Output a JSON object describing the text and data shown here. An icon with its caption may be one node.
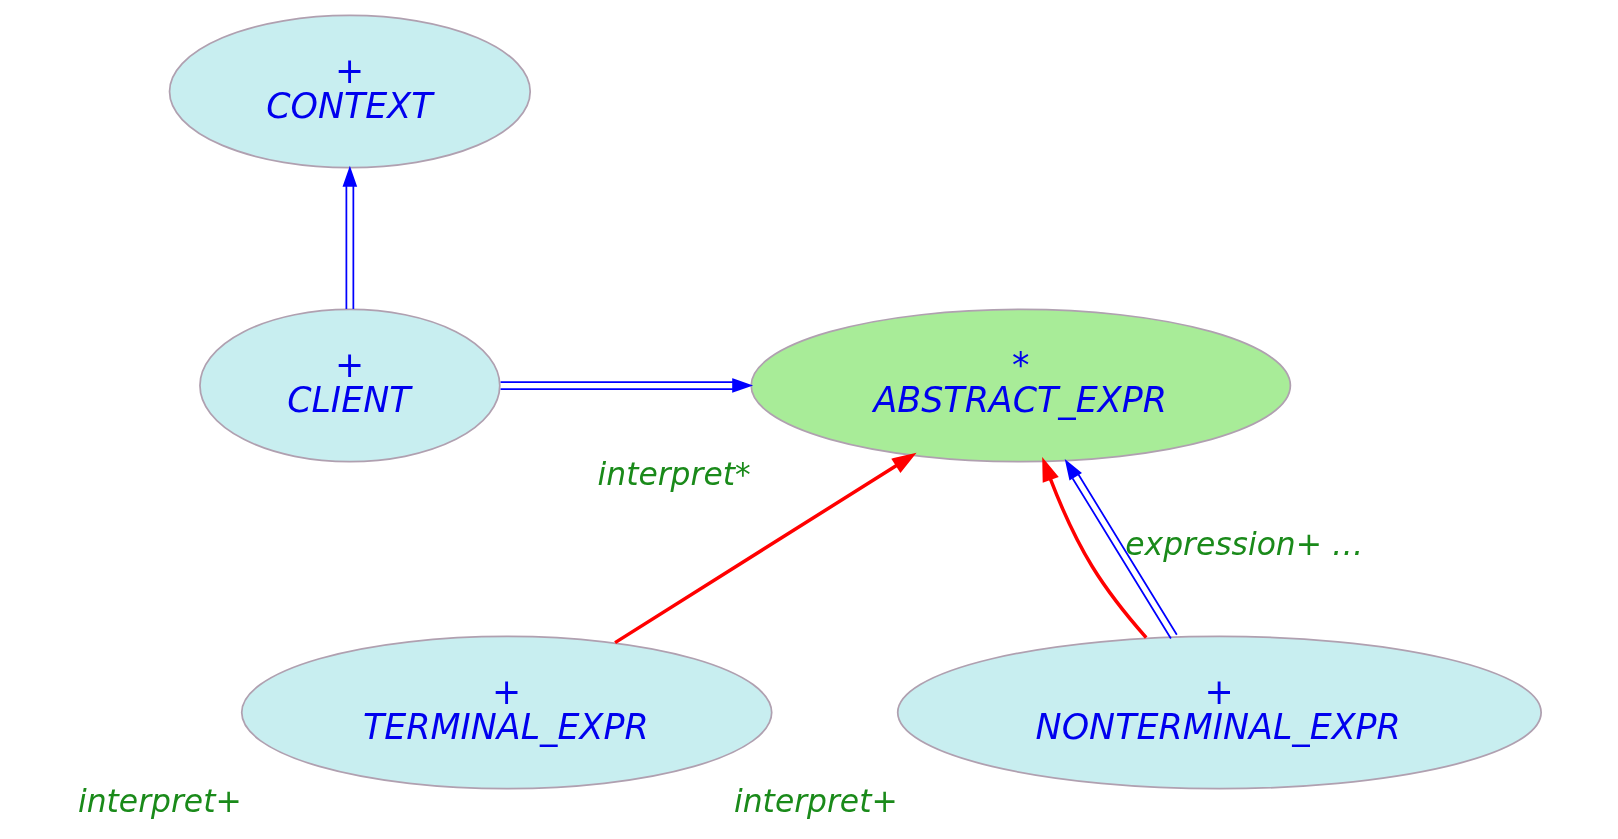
{
  "diagram": {
    "nodes": [
      {
        "text": [
          "+",
          "CONTEXT"
        ]
      },
      {
        "text": [
          "+",
          "CLIENT"
        ]
      },
      {
        "text": [
          "*",
          "ABSTRACT_EXPR"
        ],
        "beside": [
          "interpret*"
        ]
      },
      {
        "text": [
          "+",
          "TERMINAL_EXPR"
        ],
        "beside": [
          "interpret+"
        ]
      },
      {
        "text": [
          "+",
          "NONTERMINAL_EXPR"
        ],
        "beside": [
          "interpret+"
        ]
      }
    ],
    "edges": [
      {
        "from": 1,
        "to": 0,
        "arrow": "to"
      },
      {
        "from": 1,
        "to": 2,
        "arrow": "to"
      },
      {
        "from": 3,
        "to": 2,
        "arrow": "to",
        "color": "#ff0000"
      },
      {
        "from": 4,
        "to": 2,
        "arrow": "to",
        "color": "#ff0000"
      },
      {
        "from": 4,
        "to": 2,
        "arrow": "to",
        "label": "expression+ …"
      }
    ]
  }
}
